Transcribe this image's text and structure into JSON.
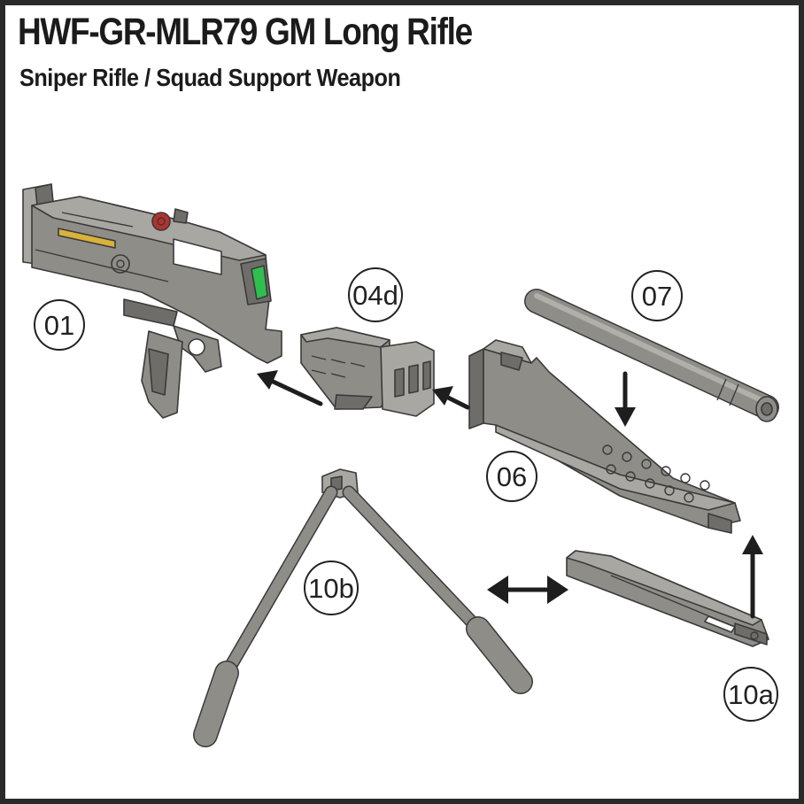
{
  "header": {
    "title": "HWF-GR-MLR79 GM Long Rifle",
    "subtitle": "Sniper Rifle / Squad Support Weapon"
  },
  "parts": [
    {
      "id": "01",
      "label": "01",
      "icon": "rifle-body-icon"
    },
    {
      "id": "04d",
      "label": "04d",
      "icon": "handguard-icon"
    },
    {
      "id": "06",
      "label": "06",
      "icon": "barrel-mount-icon"
    },
    {
      "id": "07",
      "label": "07",
      "icon": "barrel-icon"
    },
    {
      "id": "10a",
      "label": "10a",
      "icon": "folded-bipod-icon"
    },
    {
      "id": "10b",
      "label": "10b",
      "icon": "bipod-icon"
    }
  ],
  "colors": {
    "part_gray": "#8f8d88",
    "ink": "#1e1e1e",
    "sight_green": "#2fbf4f",
    "knob_red": "#b5312b",
    "brass_yellow": "#d9b23a"
  }
}
